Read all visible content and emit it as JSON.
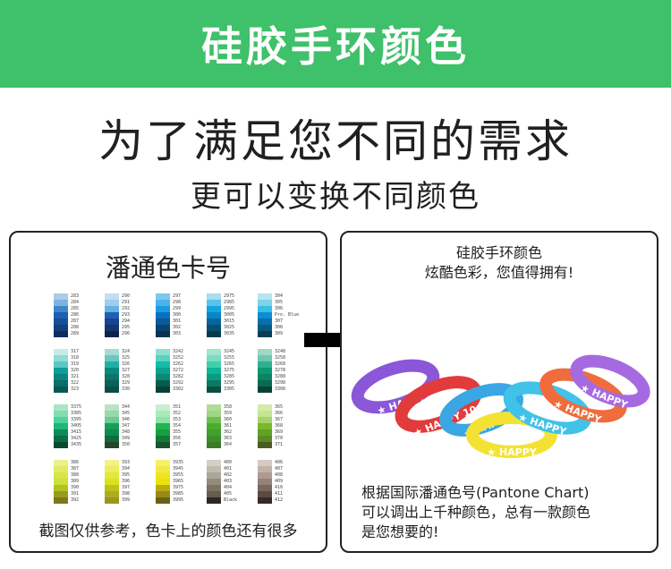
{
  "banner": {
    "title": "硅胶手环颜色"
  },
  "headline": "为了满足您不同的需求",
  "subline": "更可以变换不同颜色",
  "left_card": {
    "title": "潘通色卡号",
    "caption": "截图仅供参考，色卡上的颜色还有很多",
    "swatches": [
      {
        "codes": [
          "283",
          "284",
          "285",
          "286",
          "287",
          "288",
          "289"
        ],
        "colors": [
          "#a9cdea",
          "#7fb3e0",
          "#3f86cc",
          "#1f5fb0",
          "#164f9a",
          "#123f80",
          "#0c2c5c"
        ]
      },
      {
        "codes": [
          "290",
          "291",
          "292",
          "293",
          "294",
          "295",
          "296"
        ],
        "colors": [
          "#c3def2",
          "#9ecdee",
          "#69b0e3",
          "#1d60b6",
          "#17458e",
          "#133772",
          "#0d2447"
        ]
      },
      {
        "codes": [
          "297",
          "298",
          "299",
          "300",
          "301",
          "302",
          "303"
        ],
        "colors": [
          "#7cc8ec",
          "#4db3e6",
          "#1b9cdf",
          "#0a6fbf",
          "#0a5a99",
          "#0b4470",
          "#0a3350"
        ]
      },
      {
        "codes": [
          "2975",
          "2985",
          "2995",
          "3005",
          "3015",
          "3025",
          "3035"
        ],
        "colors": [
          "#a8dcef",
          "#5dc2ea",
          "#11a7de",
          "#0a84c8",
          "#08659b",
          "#07506f",
          "#05394e"
        ]
      },
      {
        "codes": [
          "304",
          "305",
          "306",
          "Pro. Blue",
          "307",
          "308",
          "309"
        ],
        "colors": [
          "#b8e3ef",
          "#7fd3ea",
          "#37bfe4",
          "#0a8fd2",
          "#0a6fa8",
          "#075a80",
          "#053f55"
        ]
      },
      {
        "codes": [
          "317",
          "318",
          "319",
          "320",
          "321",
          "322",
          "323"
        ],
        "colors": [
          "#c7ebe8",
          "#90dcd7",
          "#5bc7c2",
          "#0e9e9a",
          "#0c8581",
          "#0a6e6b",
          "#085956"
        ]
      },
      {
        "codes": [
          "324",
          "325",
          "326",
          "327",
          "328",
          "329",
          "330"
        ],
        "colors": [
          "#a7dcd6",
          "#6cc8be",
          "#1fb0a5",
          "#0a897e",
          "#0a7568",
          "#0a6058",
          "#0a4e46"
        ]
      },
      {
        "codes": [
          "3242",
          "3252",
          "3262",
          "3272",
          "3282",
          "3292",
          "3302"
        ],
        "colors": [
          "#8ee0d1",
          "#5ad2c0",
          "#12bca6",
          "#0aa28f",
          "#0a8a75",
          "#085c4f",
          "#064236"
        ]
      },
      {
        "codes": [
          "3245",
          "3255",
          "3265",
          "3275",
          "3285",
          "3295",
          "3305"
        ],
        "colors": [
          "#a2e4cf",
          "#7adcc1",
          "#3fcfad",
          "#11b496",
          "#0a9c7e",
          "#0a7a63",
          "#08503f"
        ]
      },
      {
        "codes": [
          "3248",
          "3258",
          "3268",
          "3278",
          "3288",
          "3298",
          "3308"
        ],
        "colors": [
          "#9fd7c5",
          "#72c7b0",
          "#2fb08f",
          "#0b9873",
          "#0a8463",
          "#0a6a50",
          "#074434"
        ]
      },
      {
        "codes": [
          "3375",
          "3385",
          "3395",
          "3405",
          "3415",
          "3425",
          "3435"
        ],
        "colors": [
          "#a8e6c6",
          "#80deb0",
          "#4ed29a",
          "#1cb77a",
          "#0f8a5a",
          "#0b6d46",
          "#0a4a30"
        ]
      },
      {
        "codes": [
          "344",
          "345",
          "346",
          "347",
          "348",
          "349",
          "350"
        ],
        "colors": [
          "#b7e3c4",
          "#96d9ac",
          "#6fcb90",
          "#13a05a",
          "#118a4c",
          "#0f6e3c",
          "#26452c"
        ]
      },
      {
        "codes": [
          "351",
          "352",
          "353",
          "354",
          "355",
          "356",
          "357"
        ],
        "colors": [
          "#c8f0d2",
          "#a9eabb",
          "#8ee3a6",
          "#1fb552",
          "#15a043",
          "#137a36",
          "#1a5230"
        ]
      },
      {
        "codes": [
          "358",
          "359",
          "360",
          "361",
          "362",
          "363",
          "364"
        ],
        "colors": [
          "#b0dc98",
          "#a1d587",
          "#6cbf4c",
          "#4aad2e",
          "#42a02e",
          "#3d8f2c",
          "#3a7a2a"
        ]
      },
      {
        "codes": [
          "365",
          "366",
          "367",
          "368",
          "369",
          "370",
          "371"
        ],
        "colors": [
          "#d5eaa8",
          "#c5e592",
          "#aad26b",
          "#78b82a",
          "#62a125",
          "#588b24",
          "#4a5c22"
        ]
      },
      {
        "codes": [
          "386",
          "387",
          "388",
          "389",
          "390",
          "391",
          "392"
        ],
        "colors": [
          "#ecf08a",
          "#e2ea63",
          "#d7e54a",
          "#cce13a",
          "#b4c221",
          "#999a20",
          "#7c7a1c"
        ]
      },
      {
        "codes": [
          "393",
          "394",
          "395",
          "396",
          "397",
          "398",
          "399"
        ],
        "colors": [
          "#f2f18a",
          "#ebef5c",
          "#e3e93a",
          "#d9e31b",
          "#c0c21a",
          "#aeac1b",
          "#9c9520"
        ]
      },
      {
        "codes": [
          "3935",
          "3945",
          "3955",
          "3965",
          "3975",
          "3985",
          "3995"
        ],
        "colors": [
          "#f5f06a",
          "#f2e944",
          "#efe421",
          "#ece10e",
          "#bcaa12",
          "#988a16",
          "#6a6118"
        ]
      },
      {
        "codes": [
          "400",
          "401",
          "402",
          "403",
          "404",
          "405",
          "Black"
        ],
        "colors": [
          "#d4cfc6",
          "#c1bbb0",
          "#aca599",
          "#938b7e",
          "#7a7263",
          "#665c4e",
          "#2b2724"
        ]
      },
      {
        "codes": [
          "406",
          "407",
          "408",
          "409",
          "410",
          "411",
          "412"
        ],
        "colors": [
          "#d6cbc4",
          "#c2b3aa",
          "#ac9b91",
          "#948177",
          "#7a675d",
          "#5c4a42",
          "#38282a"
        ]
      }
    ]
  },
  "right_card": {
    "title_line1": "硅胶手环颜色",
    "title_line2": "炫酷色彩，您值得拥有!",
    "band_text": "HAPPY",
    "band_text_alt": "HAPPY 10",
    "bands": [
      {
        "color": "#8b57d8"
      },
      {
        "color": "#e23b3b"
      },
      {
        "color": "#3aa6e4"
      },
      {
        "color": "#f4e233"
      },
      {
        "color": "#41c2e8"
      },
      {
        "color": "#f06c3c"
      },
      {
        "color": "#a66ae0"
      }
    ],
    "note_line1": "根据国际潘通色号(Pantone Chart)",
    "note_line2": "可以调出上千种颜色，总有一款颜色",
    "note_line3": "是您想要的!"
  }
}
